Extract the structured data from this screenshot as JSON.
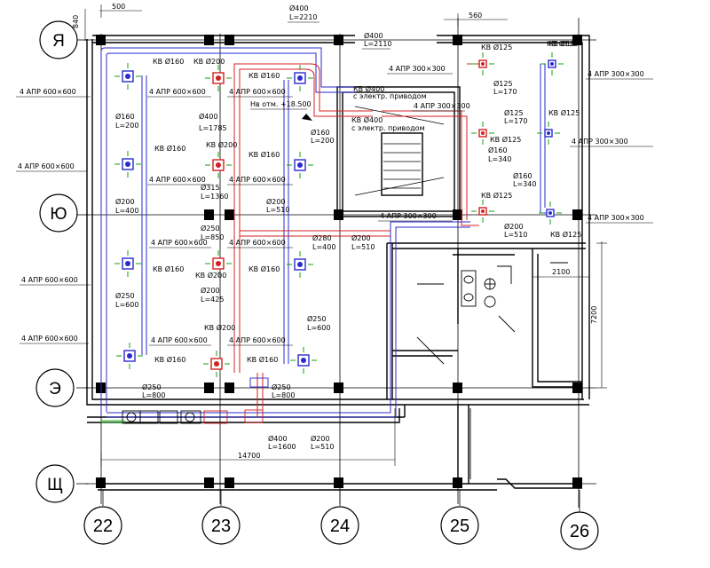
{
  "colors": {
    "supply": "#d42020",
    "exhaust": "#2a2ad0",
    "diffuser_mark": "#10a010",
    "wall": "#000000",
    "grid": "#000000"
  },
  "axes": {
    "columns": [
      "22",
      "23",
      "24",
      "25",
      "26"
    ],
    "rows": [
      "Я",
      "Ю",
      "Э",
      "Щ"
    ]
  },
  "dimensions": {
    "d840": "840",
    "d500": "500",
    "d560": "560",
    "d14700": "14700",
    "d2100": "2100",
    "d7200": "7200"
  },
  "annotations": [
    "Ø400",
    "L=2210",
    "Ø400",
    "L=2110",
    "КВ Ø160",
    "КВ Ø200",
    "КВ Ø160",
    "4 АПР 600×600",
    "4 АПР 600×600",
    "4 АПР 600×600",
    "Ø160",
    "L=200",
    "Ø400",
    "L=1785",
    "Нв отм. +18.500",
    "КВ Ø400",
    "с электр. приводом",
    "КВ Ø400",
    "с электр. приводом",
    "4 АПР 300×300",
    "4 АПР 300×300",
    "КВ Ø125",
    "КВ Ø125",
    "Ø125",
    "L=170",
    "Ø125",
    "L=170",
    "КВ Ø125",
    "КВ Ø125",
    "4 АПР 300×300",
    "4 АПР 300×300",
    "Ø160",
    "L=200",
    "КВ Ø160",
    "КВ Ø200",
    "КВ Ø160",
    "4 АПР 600×600",
    "4 АПР 600×600",
    "4 АПР 600×600",
    "Ø160",
    "L=340",
    "Ø160",
    "L=340",
    "Ø315",
    "L=1360",
    "Ø200",
    "L=400",
    "Ø200",
    "L=510",
    "Ø250",
    "L=850",
    "КВ Ø125",
    "КВ Ø125",
    "4 АПР 300×300",
    "4 АПР 300×300",
    "Ø200",
    "L=510",
    "Ø280",
    "L=400",
    "Ø200",
    "L=510",
    "4 АПР 600×600",
    "4 АПР 600×600",
    "КВ Ø160",
    "КВ Ø200",
    "КВ Ø160",
    "4 АПР 600×600",
    "Ø250",
    "L=600",
    "Ø200",
    "L=425",
    "Ø250",
    "L=600",
    "4 АПР 600×600",
    "4 АПР 600×600",
    "4 АПР 600×600",
    "КВ Ø160",
    "КВ Ø200",
    "КВ Ø160",
    "Ø250",
    "L=800",
    "Ø250",
    "L=800",
    "Ø400",
    "L=1600",
    "Ø200",
    "L=510",
    "КВ Ø12"
  ]
}
